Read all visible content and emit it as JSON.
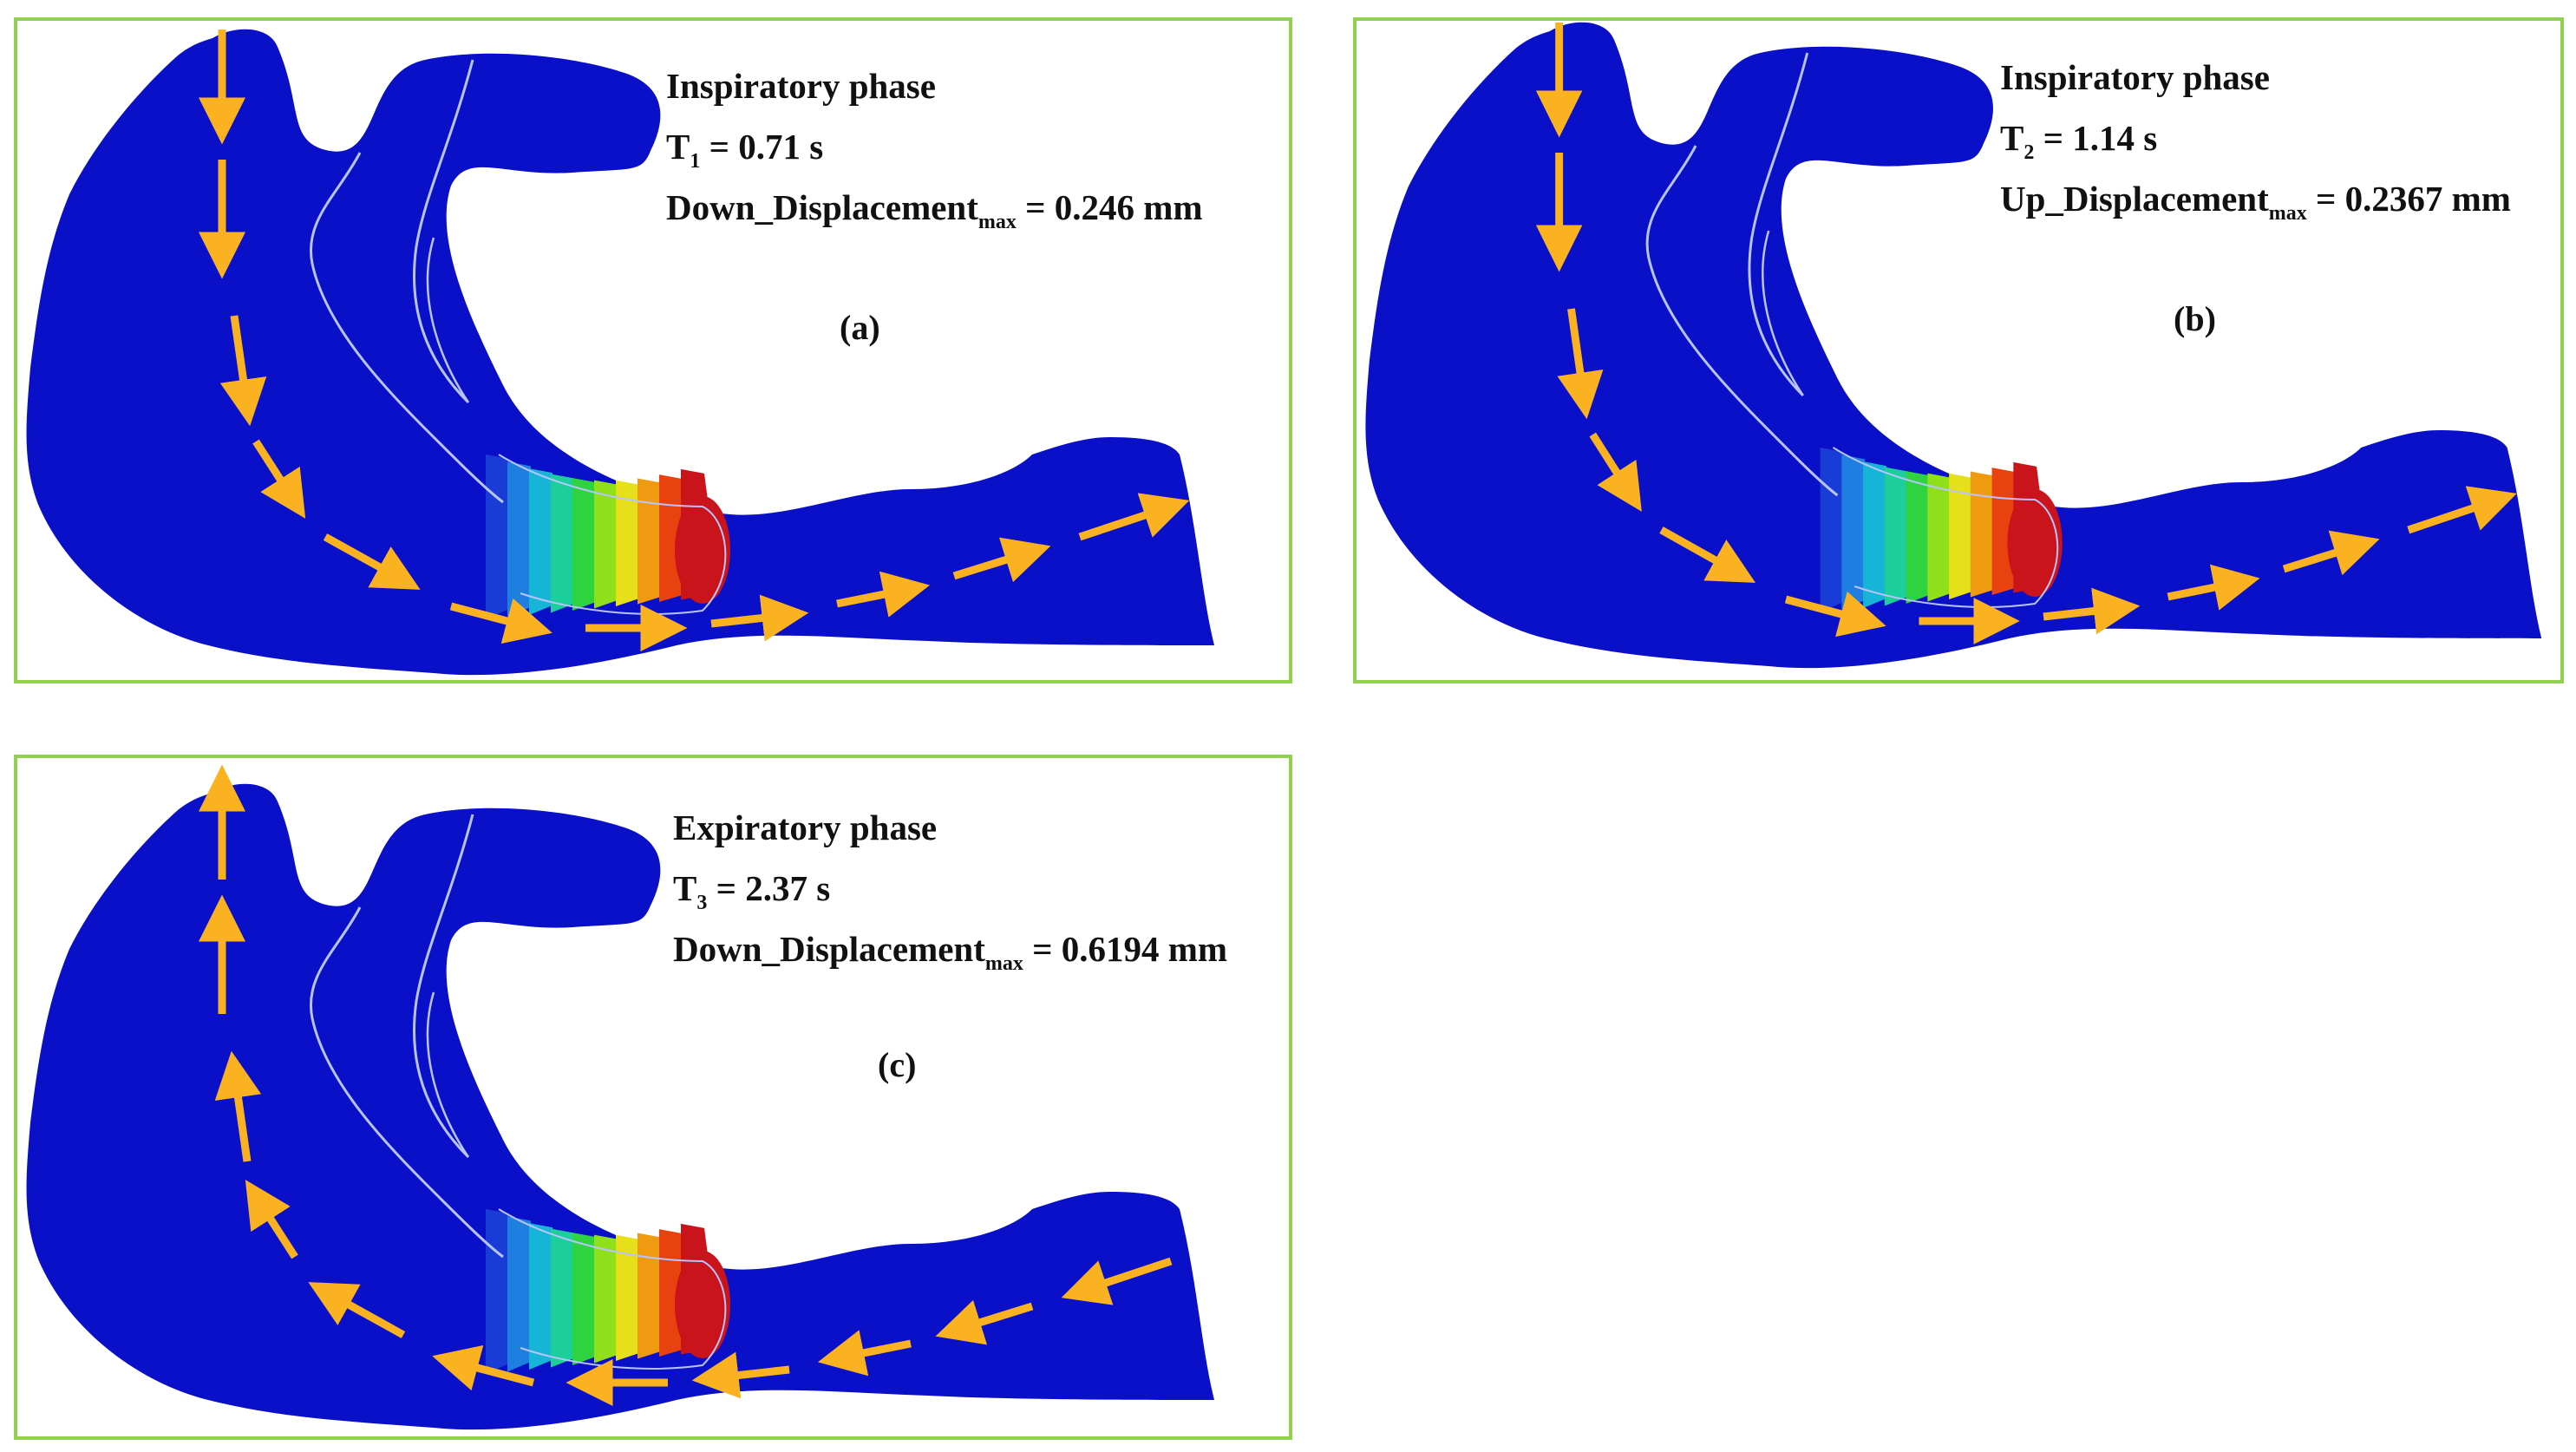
{
  "colors": {
    "tissue": "#0a10c8",
    "outline": "#b8c4ff",
    "arrow": "#fbb221",
    "frame": "#92d050",
    "contour": [
      "#1a3cd6",
      "#1f7fe0",
      "#16b5d8",
      "#1ccf9a",
      "#2fd33f",
      "#8fe01b",
      "#e6e01a",
      "#f09a12",
      "#e8420e",
      "#c8141a"
    ]
  },
  "panels": [
    {
      "label": "(a)",
      "phase": "Inspiratory phase",
      "time_var": "T",
      "time_sub": "1",
      "time_value": "= 0.71 s",
      "disp_name": "Down_Displacement",
      "disp_sub": "max",
      "disp_value": "= 0.246 mm",
      "flow": "inspiratory"
    },
    {
      "label": "(b)",
      "phase": "Inspiratory phase",
      "time_var": "T",
      "time_sub": "2",
      "time_value": "= 1.14 s",
      "disp_name": "Up_Displacement",
      "disp_sub": "max",
      "disp_value": "= 0.2367 mm",
      "flow": "inspiratory"
    },
    {
      "label": "(c)",
      "phase": "Expiratory phase",
      "time_var": "T",
      "time_sub": "3",
      "time_value": "= 2.37 s",
      "disp_name": "Down_Displacement",
      "disp_sub": "max",
      "disp_value": "= 0.6194 mm",
      "flow": "expiratory"
    }
  ]
}
